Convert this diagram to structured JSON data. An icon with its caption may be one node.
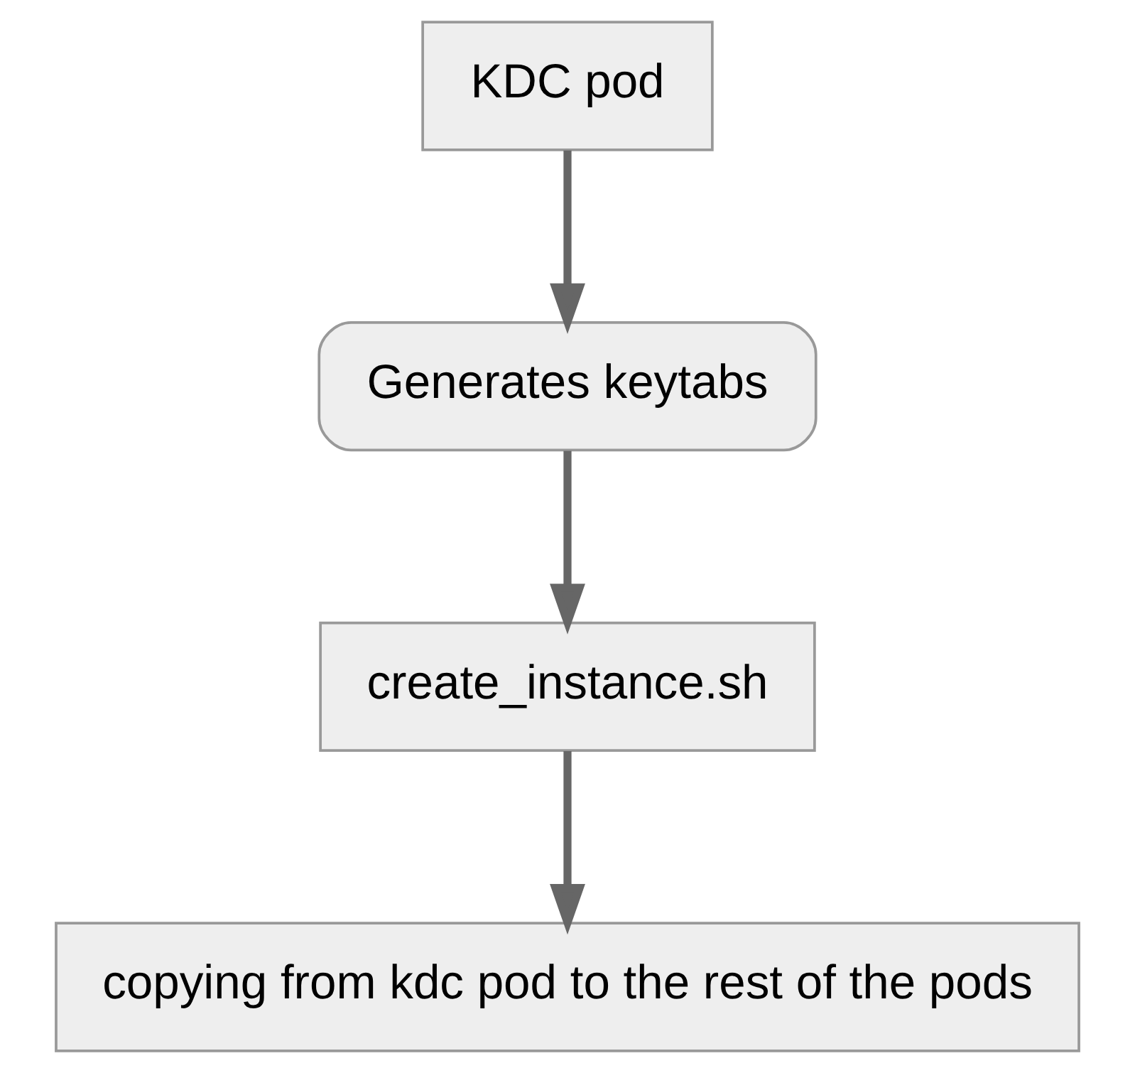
{
  "diagram": {
    "nodes": [
      {
        "text": [
          "KDC pod"
        ]
      },
      {
        "text": [
          "Generates keytabs"
        ]
      },
      {
        "text": [
          "create_instance.sh"
        ]
      },
      {
        "text": [
          "copying from kdc pod to the rest of the pods"
        ]
      }
    ],
    "edges": [
      {
        "from": 0,
        "to": 1,
        "arrow": "to"
      },
      {
        "from": 1,
        "to": 2,
        "arrow": "to"
      },
      {
        "from": 2,
        "to": 3,
        "arrow": "to"
      }
    ]
  }
}
